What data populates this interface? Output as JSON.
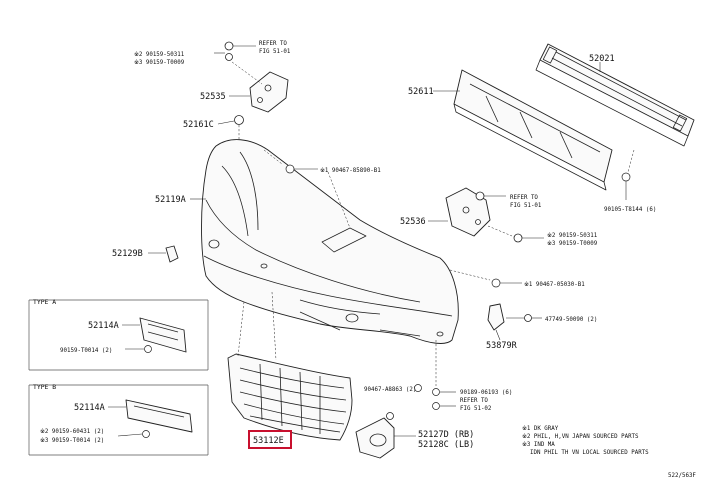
{
  "parts": {
    "p52021": "52021",
    "p52611": "52611",
    "p52535": "52535",
    "p52161c": "52161C",
    "p52119a": "52119A",
    "p52129b": "52129B",
    "p52536": "52536",
    "p53879r": "53879R",
    "p52114a_a": "52114A",
    "p52114a_b": "52114A",
    "p53112e": "53112E",
    "p52127d": "52127D (RB)",
    "p52128c": "52128C (LB)"
  },
  "refs": {
    "top_refer_1": "REFER TO",
    "top_refer_2": "FIG 51-01",
    "top_clip_1": "※2 90159-50311",
    "top_clip_2": "※3 90159-T0009",
    "bolt_90467_85890": "※1 90467-85890-B1",
    "mid_refer_1": "REFER TO",
    "mid_refer_2": "FIG 51-01",
    "mid_clip_1": "※2 90159-50311",
    "mid_clip_2": "※3 90159-T0009",
    "bolt_90105": "90105-T8144 (6)",
    "bolt_90467_05030": "※1 90467-05030-B1",
    "clip_47749": "47749-50090 (2)",
    "type_a_label": "TYPE A",
    "type_a_clip": "90159-T0014 (2)",
    "type_b_label": "TYPE B",
    "type_b_clip_1": "※2 90159-60431 (2)",
    "type_b_clip_2": "※3 90159-T0014 (2)",
    "clip_90467_a8863": "90467-A8863 (2)",
    "clip_90189": "90189-06193 (6)",
    "low_refer_1": "REFER TO",
    "low_refer_2": "FIG 51-02"
  },
  "notes": {
    "n1": "※1 DK GRAY",
    "n2": "※2 PHIL, H,VN JAPAN SOURCED PARTS",
    "n3": "※3 IND MA",
    "n4": "IDN PHIL TH VN LOCAL SOURCED PARTS"
  },
  "figure_code": "522/563F",
  "colors": {
    "highlight": "#c8102e",
    "line": "#222222"
  }
}
